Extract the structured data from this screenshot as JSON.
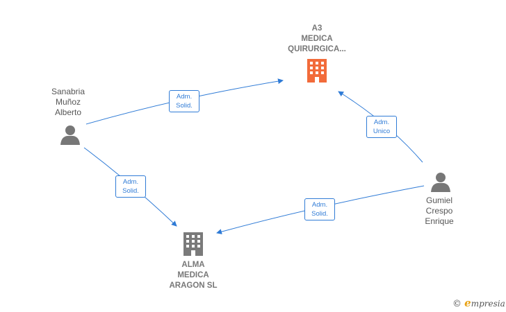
{
  "nodes": {
    "a3": {
      "lines": [
        "A3",
        "MEDICA",
        "QUIRURGICA..."
      ],
      "color": "#f26b3a"
    },
    "alma": {
      "lines": [
        "ALMA",
        "MEDICA",
        "ARAGON SL"
      ],
      "color": "#7a7a7a"
    },
    "sanabria": {
      "lines": [
        "Sanabria",
        "Muñoz",
        "Alberto"
      ]
    },
    "gumiel": {
      "lines": [
        "Gumiel",
        "Crespo",
        "Enrique"
      ]
    }
  },
  "edges": [
    {
      "id": "sanabria-a3",
      "lines": [
        "Adm.",
        "Solid."
      ]
    },
    {
      "id": "gumiel-a3",
      "lines": [
        "Adm.",
        "Unico"
      ]
    },
    {
      "id": "sanabria-alma",
      "lines": [
        "Adm.",
        "Solid."
      ]
    },
    {
      "id": "gumiel-alma",
      "lines": [
        "Adm.",
        "Solid."
      ]
    }
  ],
  "brand": {
    "copyright": "©",
    "e": "e",
    "rest": "mpresia"
  },
  "colors": {
    "edge": "#2f7bd6",
    "person": "#777777"
  }
}
